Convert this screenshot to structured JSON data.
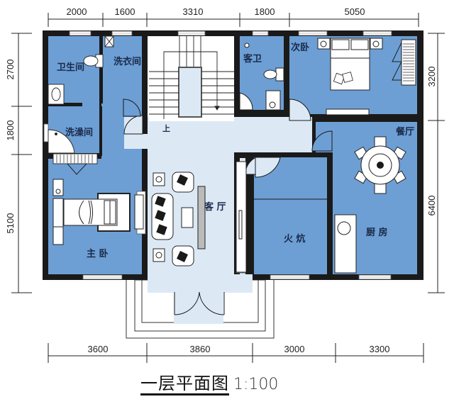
{
  "title": {
    "name": "一层平面图",
    "scale": "1:100"
  },
  "colors": {
    "room_blue": "#6d9fd4",
    "hall_light": "#dce9f5",
    "wall": "#1a1a1a",
    "furniture": "#ffffff",
    "dim_line": "#222222"
  },
  "dimensions": {
    "top": [
      "2000",
      "1600",
      "3310",
      "1800",
      "5050"
    ],
    "bottom": [
      "3600",
      "3860",
      "3000",
      "3300"
    ],
    "left": [
      "2700",
      "1800",
      "5100"
    ],
    "right": [
      "3200",
      "6400"
    ]
  },
  "rooms": {
    "toilet": "卫生间",
    "laundry": "洗衣间",
    "shower": "洗澡间",
    "master_bedroom": "主 卧",
    "guest_bath": "客卫",
    "second_bedroom": "次卧",
    "living_room": "客 厅",
    "dining_room": "餐厅",
    "kang": "火 炕",
    "kitchen": "厨 房",
    "stair_up": "上"
  }
}
